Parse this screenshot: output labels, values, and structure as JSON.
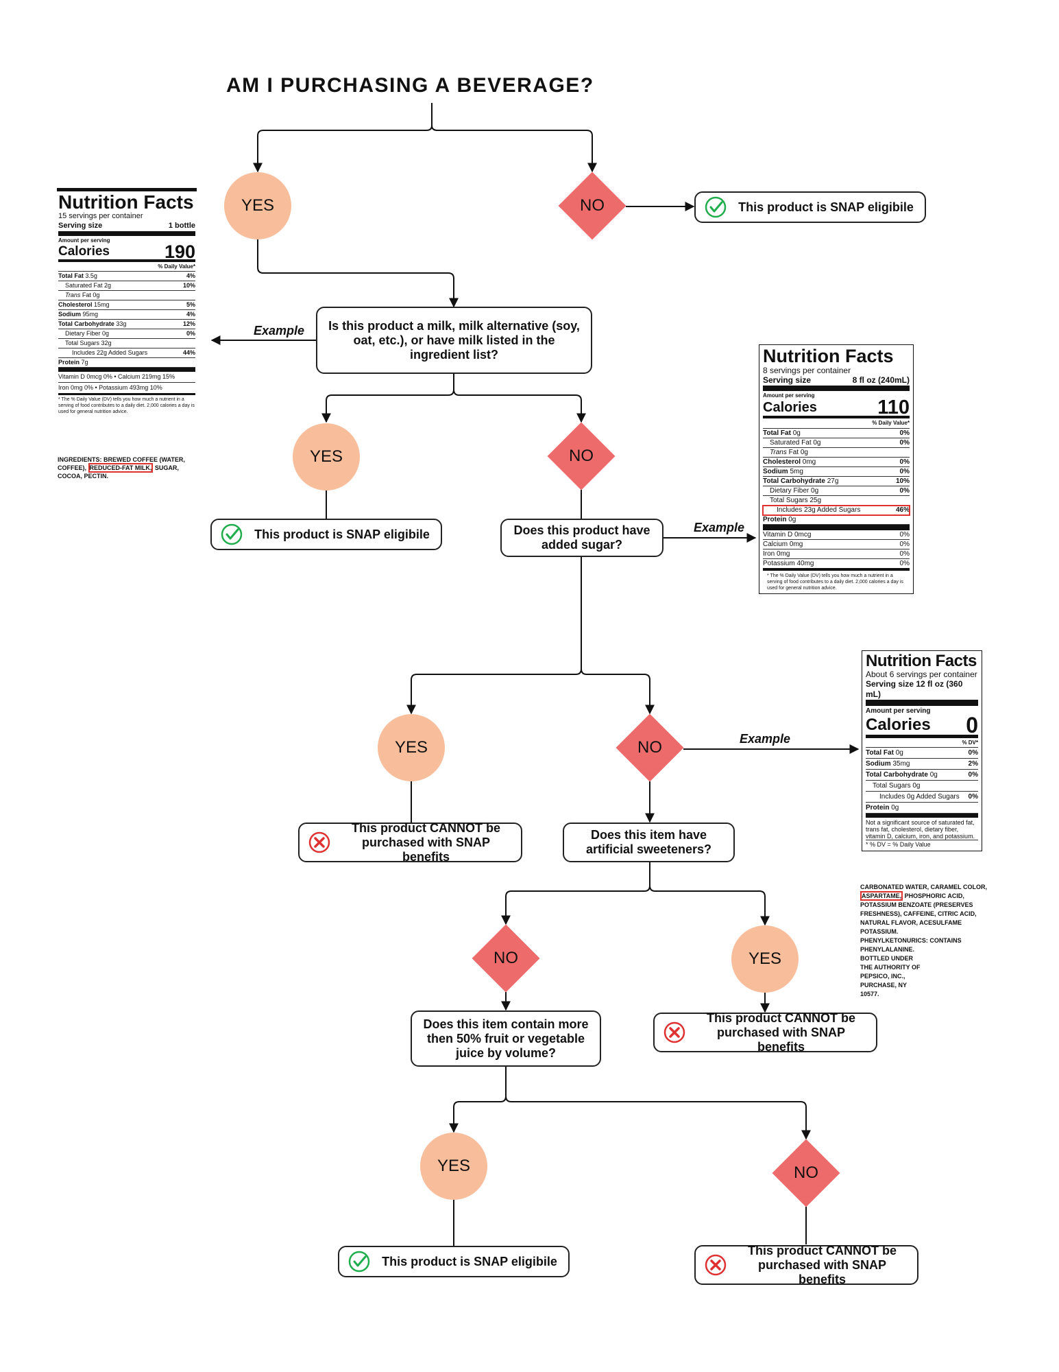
{
  "title": "AM I PURCHASING A BEVERAGE?",
  "colors": {
    "yes_fill": "#f8bd9a",
    "no_fill": "#ee6b6b",
    "eligible_icon": "#1fae4b",
    "ineligible_icon": "#e03131",
    "highlight": "#e03131"
  },
  "labels": {
    "yes": "YES",
    "no": "NO",
    "example": "Example"
  },
  "questions": {
    "q1": "Is this product a milk, milk alternative (soy, oat, etc.), or have milk listed in the ingredient list?",
    "q2": "Does this product have added sugar?",
    "q3": "Does this item have artificial sweeteners?",
    "q4": "Does this item contain more then 50% fruit or vegetable juice by volume?"
  },
  "results": {
    "eligible": "This product is SNAP eligibile",
    "ineligible": "This product CANNOT be purchased with SNAP benefits"
  },
  "icons": {
    "eligible": "check-circle-icon",
    "ineligible": "x-circle-icon"
  },
  "label1": {
    "title": "Nutrition Facts",
    "servings": "15 servings per container",
    "serving_size_label": "Serving size",
    "serving_size": "1 bottle",
    "amount": "Amount per serving",
    "calories_label": "Calories",
    "calories": "190",
    "dv_header": "% Daily Value*",
    "rows": [
      {
        "name": "Total Fat",
        "amt": "3.5g",
        "dv": "4%",
        "bold": true,
        "indent": 0
      },
      {
        "name": "Saturated Fat",
        "amt": "2g",
        "dv": "10%",
        "bold": false,
        "indent": 1
      },
      {
        "name": "Trans Fat",
        "amt": "0g",
        "dv": "",
        "bold": false,
        "indent": 1
      },
      {
        "name": "Cholesterol",
        "amt": "15mg",
        "dv": "5%",
        "bold": true,
        "indent": 0
      },
      {
        "name": "Sodium",
        "amt": "95mg",
        "dv": "4%",
        "bold": true,
        "indent": 0
      },
      {
        "name": "Total Carbohydrate",
        "amt": "33g",
        "dv": "12%",
        "bold": true,
        "indent": 0
      },
      {
        "name": "Dietary Fiber",
        "amt": "0g",
        "dv": "0%",
        "bold": false,
        "indent": 1
      },
      {
        "name": "Total Sugars",
        "amt": "32g",
        "dv": "",
        "bold": false,
        "indent": 1
      },
      {
        "name": "Includes 22g Added Sugars",
        "amt": "",
        "dv": "44%",
        "bold": false,
        "indent": 2
      },
      {
        "name": "Protein",
        "amt": "7g",
        "dv": "",
        "bold": true,
        "indent": 0
      }
    ],
    "vitamins": [
      "Vitamin D 0mcg 0%  •  Calcium 219mg 15%",
      "Iron 0mg 0%  •  Potassium 493mg 10%"
    ],
    "footnote": "* The % Daily Value (DV) tells you how much a nutrient in a serving of food contributes to a daily diet. 2,000 calories a day is used for general nutrition advice.",
    "ingredients_pre": "INGREDIENTS: BREWED COFFEE (WATER, COFFEE), ",
    "ingredients_highlight": "REDUCED-FAT MILK,",
    "ingredients_post": " SUGAR, COCOA, PECTIN."
  },
  "label2": {
    "title": "Nutrition Facts",
    "servings": "8 servings per container",
    "serving_size_label": "Serving size",
    "serving_size": "8 fl oz (240mL)",
    "amount": "Amount per serving",
    "calories_label": "Calories",
    "calories": "110",
    "dv_header": "% Daily Value*",
    "rows": [
      {
        "name": "Total Fat",
        "amt": "0g",
        "dv": "0%",
        "bold": true,
        "indent": 0
      },
      {
        "name": "Saturated Fat",
        "amt": "0g",
        "dv": "0%",
        "bold": false,
        "indent": 1
      },
      {
        "name": "Trans Fat",
        "amt": "0g",
        "dv": "",
        "bold": false,
        "indent": 1
      },
      {
        "name": "Cholesterol",
        "amt": "0mg",
        "dv": "0%",
        "bold": true,
        "indent": 0
      },
      {
        "name": "Sodium",
        "amt": "5mg",
        "dv": "0%",
        "bold": true,
        "indent": 0
      },
      {
        "name": "Total Carbohydrate",
        "amt": "27g",
        "dv": "10%",
        "bold": true,
        "indent": 0
      },
      {
        "name": "Dietary Fiber",
        "amt": "0g",
        "dv": "0%",
        "bold": false,
        "indent": 1
      },
      {
        "name": "Total Sugars",
        "amt": "25g",
        "dv": "",
        "bold": false,
        "indent": 1
      },
      {
        "name": "Includes 23g Added Sugars",
        "amt": "",
        "dv": "46%",
        "bold": false,
        "indent": 2,
        "highlight": true
      },
      {
        "name": "Protein",
        "amt": "0g",
        "dv": "",
        "bold": true,
        "indent": 0
      }
    ],
    "vitamins": [
      {
        "name": "Vitamin D 0mcg",
        "dv": "0%"
      },
      {
        "name": "Calcium 0mg",
        "dv": "0%"
      },
      {
        "name": "Iron 0mg",
        "dv": "0%"
      },
      {
        "name": "Potassium 40mg",
        "dv": "0%"
      }
    ],
    "footnote": "* The % Daily Value (DV) tells you how much a nutrient in a serving of food contributes to a daily diet. 2,000 calories a day is used for general nutrition advice."
  },
  "label3": {
    "title": "Nutrition Facts",
    "servings": "About 6 servings per container",
    "serving_size": "Serving size 12 fl oz (360 mL)",
    "amount": "Amount per serving",
    "calories_label": "Calories",
    "calories": "0",
    "dv_header": "% DV*",
    "rows": [
      {
        "name": "Total Fat",
        "amt": "0g",
        "dv": "0%",
        "bold": true,
        "indent": 0
      },
      {
        "name": "Sodium",
        "amt": "35mg",
        "dv": "2%",
        "bold": true,
        "indent": 0
      },
      {
        "name": "Total Carbohydrate",
        "amt": "0g",
        "dv": "0%",
        "bold": true,
        "indent": 0
      },
      {
        "name": "Total Sugars",
        "amt": "0g",
        "dv": "",
        "bold": false,
        "indent": 1
      },
      {
        "name": "Includes 0g Added Sugars",
        "amt": "",
        "dv": "0%",
        "bold": false,
        "indent": 2
      },
      {
        "name": "Protein",
        "amt": "0g",
        "dv": "",
        "bold": true,
        "indent": 0
      }
    ],
    "note": "Not a significant source of saturated fat, trans fat, cholesterol, dietary fiber, vitamin D, calcium, iron, and potassium.",
    "footnote": "* % DV = % Daily Value",
    "ingredients_pre": "CARBONATED WATER, CARAMEL COLOR, ",
    "ingredients_highlight": "ASPARTAME,",
    "ingredients_post": " PHOSPHORIC ACID, POTASSIUM BENZOATE (PRESERVES FRESHNESS), CAFFEINE, CITRIC ACID, NATURAL FLAVOR, ACESULFAME POTASSIUM.",
    "warning": "PHENYLKETONURICS: CONTAINS PHENYLALANINE.",
    "bottler": "BOTTLED UNDER THE AUTHORITY OF PEPSICO, INC., PURCHASE, NY 10577."
  }
}
